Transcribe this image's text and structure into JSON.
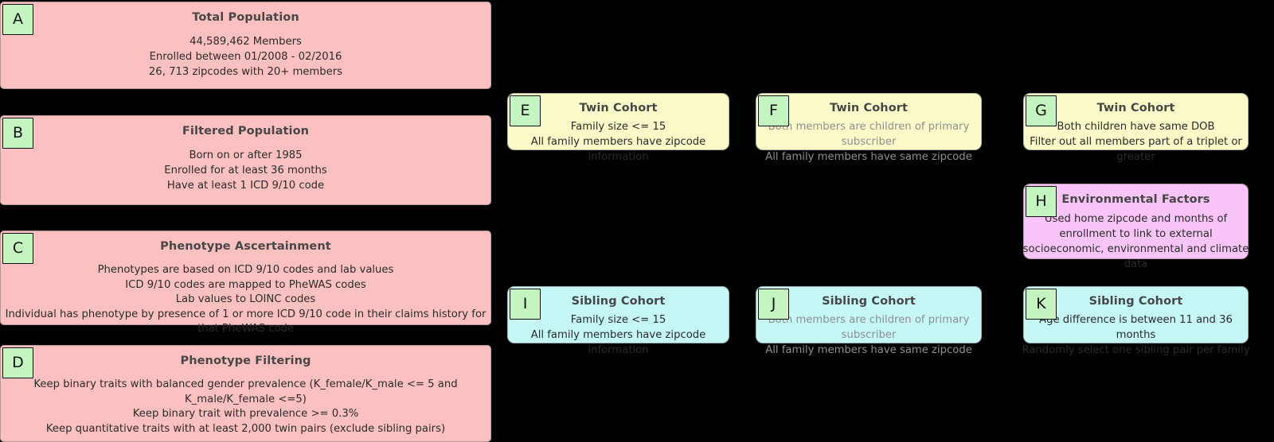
{
  "figure": {
    "type": "flowchart",
    "background_color": "#000000",
    "badge_fill": "#c4f5c0",
    "title_color": "#474747",
    "body_color": "#2b2b2b",
    "muted_body_color": "#8f8f8f"
  },
  "palette": {
    "pink": "#fcc0c0",
    "yellow": "#fbfbc9",
    "cyan": "#c5f7f7",
    "magenta": "#f9c4f7"
  },
  "nodes": {
    "a": {
      "badge": "A",
      "title": "Total Population",
      "body": "44,589,462 Members\nEnrolled between 01/2008 - 02/2016\n26, 713 zipcodes with 20+ members",
      "color": "pink"
    },
    "b": {
      "badge": "B",
      "title": "Filtered Population",
      "body": "Born on or after 1985\nEnrolled for at least 36 months\nHave at least 1 ICD 9/10 code",
      "color": "pink"
    },
    "c": {
      "badge": "C",
      "title": "Phenotype Ascertainment",
      "body": "Phenotypes are based on ICD 9/10 codes and lab values\nICD 9/10 codes are mapped to PheWAS codes\nLab values to LOINC codes\nIndividual has phenotype by presence of 1 or more ICD 9/10 code in their claims history for that PheWAS code",
      "color": "pink"
    },
    "d": {
      "badge": "D",
      "title": "Phenotype Filtering",
      "body": "Keep binary traits with balanced gender prevalence (K_female/K_male <= 5 and K_male/K_female <=5)\nKeep binary trait with prevalence >= 0.3%\nKeep quantitative traits with at least 2,000 twin pairs (exclude sibling pairs)",
      "color": "pink"
    },
    "e": {
      "badge": "E",
      "title": "Twin Cohort",
      "body": "Family size <= 15\nAll family members have zipcode information",
      "color": "yellow"
    },
    "f": {
      "badge": "F",
      "title": "Twin Cohort",
      "body": "Both members are children of primary subscriber\nAll family members have same zipcode",
      "color": "yellow",
      "body_muted": true
    },
    "g": {
      "badge": "G",
      "title": "Twin Cohort",
      "body": "Both children have same DOB\nFilter out all members part of a triplet or greater",
      "color": "yellow"
    },
    "h": {
      "badge": "H",
      "title": "Environmental Factors",
      "body": "Used home zipcode and months of enrollment to link to external socioeconomic, environmental and climate data",
      "color": "magenta"
    },
    "i": {
      "badge": "I",
      "title": "Sibling Cohort",
      "body": "Family size <= 15\nAll family members have zipcode information",
      "color": "cyan"
    },
    "j": {
      "badge": "J",
      "title": "Sibling Cohort",
      "body": "Both members are children of primary subscriber\nAll family members have same zipcode",
      "color": "cyan",
      "body_muted": true
    },
    "k": {
      "badge": "K",
      "title": "Sibling Cohort",
      "body": "Age difference is between 11 and 36 months\nRandomly select one sibling pair per family",
      "color": "cyan"
    }
  }
}
